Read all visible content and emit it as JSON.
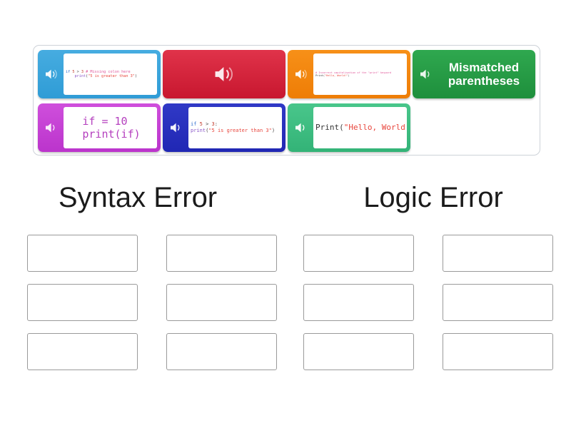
{
  "activity": {
    "type": "group-sort",
    "title_left": "Syntax Error",
    "title_right": "Logic Error"
  },
  "tray": {
    "cards": [
      {
        "id": "card-1",
        "kind": "code",
        "color": "#46ace0",
        "color_name": "blue",
        "audio_icon": "speaker-icon",
        "code_lines": [
          "if 5 > 3 # Missing colon here",
          "    print(\"5 is greater than 3\")"
        ],
        "font_size": "5.2px"
      },
      {
        "id": "card-2",
        "kind": "audio-only",
        "color": "#e0334a",
        "color_name": "red",
        "audio_icon": "speaker-icon",
        "code_lines": [],
        "font_size": ""
      },
      {
        "id": "card-3",
        "kind": "code",
        "color": "#f79018",
        "color_name": "orange",
        "audio_icon": "speaker-icon",
        "code_lines": [
          "# Incorrect capitalisation of the \"print\" keyword",
          "Print(\"Hello, World!\")"
        ],
        "font_size": "3.6px"
      },
      {
        "id": "card-4",
        "kind": "text",
        "color": "#2fa84f",
        "color_name": "green-dark",
        "audio_icon": "speaker-icon",
        "label": "Mismatched parentheses",
        "code_lines": [],
        "font_size": ""
      },
      {
        "id": "card-5",
        "kind": "code",
        "color": "#cf4fdc",
        "color_name": "purple",
        "audio_icon": "speaker-icon",
        "code_lines": [
          "if = 10",
          "print(if)"
        ],
        "font_size": "15px"
      },
      {
        "id": "card-6",
        "kind": "code",
        "color": "#3039c6",
        "color_name": "navy",
        "audio_icon": "speaker-icon",
        "code_lines": [
          "if 5 > 3:",
          "print(\"5 is greater than 3\")"
        ],
        "font_size": "7px"
      },
      {
        "id": "card-7",
        "kind": "code",
        "color": "#49c68b",
        "color_name": "green-light",
        "audio_icon": "speaker-icon",
        "code_lines": [
          "Print(\"Hello, World!\")"
        ],
        "font_size": "11px"
      }
    ]
  },
  "groups": [
    {
      "name": "Syntax Error",
      "slots": [
        "",
        "",
        "",
        "",
        "",
        ""
      ]
    },
    {
      "name": "Logic Error",
      "slots": [
        "",
        "",
        "",
        "",
        "",
        ""
      ]
    }
  ],
  "colors": {
    "page_background": "#ffffff",
    "tray_border": "#cdd2d8",
    "dropzone_border": "#9a9a9a",
    "heading_text": "#1b1b1b"
  }
}
